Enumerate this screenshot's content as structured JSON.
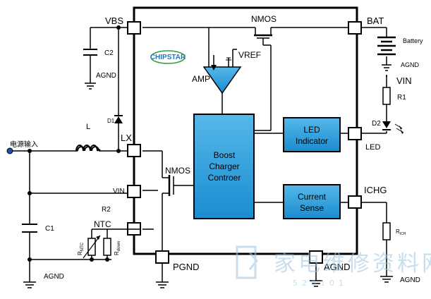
{
  "pins": {
    "vbs": "VBS",
    "bat": "BAT",
    "lx": "LX",
    "vin_pin": "VIN",
    "ntc": "NTC",
    "pgnd": "PGND",
    "agnd": "AGND",
    "led": "LED",
    "ichg": "ICHG"
  },
  "blocks": {
    "boost": [
      "Boost",
      "Charger",
      "Controer"
    ],
    "led_indicator": [
      "LED",
      "Indicator"
    ],
    "current_sense": [
      "Current",
      "Sense"
    ]
  },
  "labels": {
    "nmos_top": "NMOS",
    "nmos_mid": "NMOS",
    "amp": "AMP",
    "vref": "VREF",
    "logo": "CHIPSTAR",
    "input": "电源输入",
    "battery": "Battery",
    "agnd_batt": "AGND",
    "vin_right": "VIN",
    "r1": "R1",
    "d2": "D2",
    "l": "L",
    "d1": "D1",
    "c2": "C2",
    "agnd_c2": "AGND",
    "c1": "C1",
    "r2": "R2",
    "agnd_left": "AGND",
    "rntc_sub": "NTC",
    "rdown_sub": "down",
    "richg_sub": "ICH",
    "agnd_ichg": "AGND",
    "r_main": "R"
  },
  "watermark": {
    "chars": "家电维修资料网",
    "url": "520101"
  },
  "colors": {
    "block_fill": "#2ba0dc",
    "amp_fill": "#2ba0dc",
    "logo_green": "#2e9e3f",
    "logo_blue": "#1e78c8",
    "watermark": "#9cc4e0"
  }
}
